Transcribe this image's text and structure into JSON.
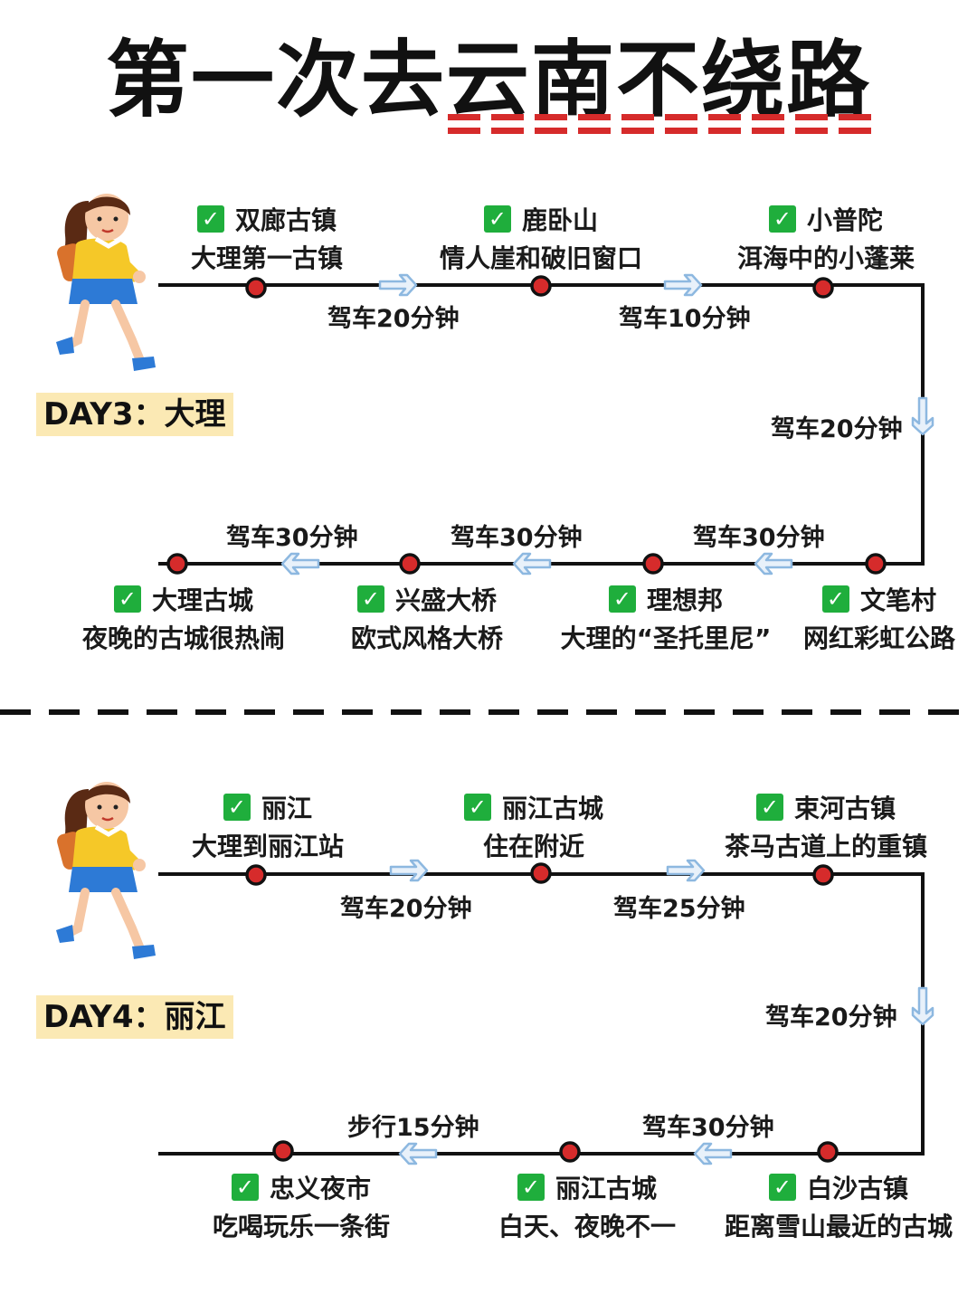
{
  "title": "第一次去云南不绕路",
  "colors": {
    "accent_red": "#d62b2b",
    "check_green": "#1fae3c",
    "label_bg": "#fbe9b4",
    "arrow_blue": "#9cc3e6"
  },
  "day3": {
    "label": "DAY3：大理",
    "stops": [
      {
        "name": "双廊古镇",
        "desc": "大理第一古镇"
      },
      {
        "name": "鹿卧山",
        "desc": "情人崖和破旧窗口"
      },
      {
        "name": "小普陀",
        "desc": "洱海中的小蓬莱"
      },
      {
        "name": "文笔村",
        "desc": "网红彩虹公路"
      },
      {
        "name": "理想邦",
        "desc": "大理的“圣托里尼”"
      },
      {
        "name": "兴盛大桥",
        "desc": "欧式风格大桥"
      },
      {
        "name": "大理古城",
        "desc": "夜晚的古城很热闹"
      }
    ],
    "times": [
      "驾车20分钟",
      "驾车10分钟",
      "驾车20分钟",
      "驾车30分钟",
      "驾车30分钟",
      "驾车30分钟"
    ]
  },
  "day4": {
    "label": "DAY4：丽江",
    "stops": [
      {
        "name": "丽江",
        "desc": "大理到丽江站"
      },
      {
        "name": "丽江古城",
        "desc": "住在附近"
      },
      {
        "name": "束河古镇",
        "desc": "茶马古道上的重镇"
      },
      {
        "name": "白沙古镇",
        "desc": "距离雪山最近的古城"
      },
      {
        "name": "丽江古城",
        "desc": "白天、夜晚不一"
      },
      {
        "name": "忠义夜市",
        "desc": "吃喝玩乐一条街"
      }
    ],
    "times": [
      "驾车20分钟",
      "驾车25分钟",
      "驾车20分钟",
      "驾车30分钟",
      "步行15分钟"
    ]
  },
  "check_icon": "check-square-icon",
  "girl_icon": "walking-girl-illustration"
}
